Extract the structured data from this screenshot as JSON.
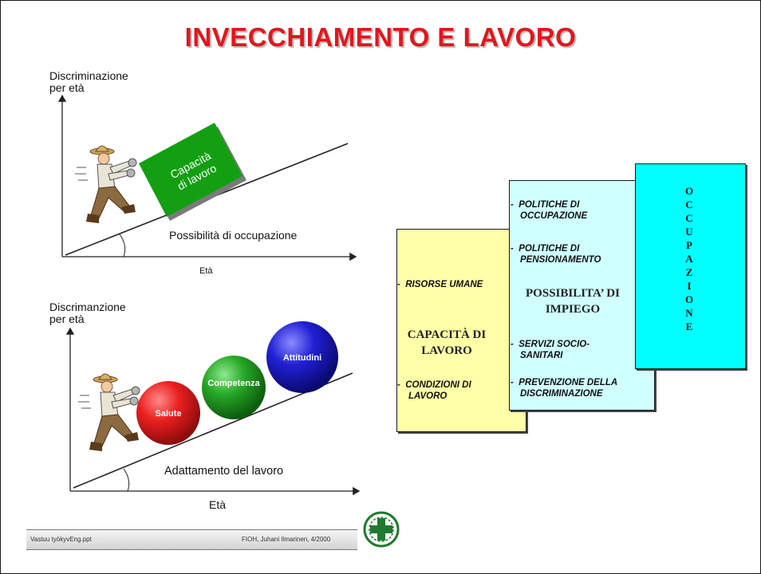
{
  "title": "INVECCHIAMENTO E LAVORO",
  "top_graph": {
    "y_label_1": "Discriminazione",
    "y_label_2": "per età",
    "block_label_1": "Capacità",
    "block_label_2": "di lavoro",
    "slope_label": "Possibilità di occupazione",
    "x_label": "Età"
  },
  "bottom_graph": {
    "y_label_1": "Discrimanzione",
    "y_label_2": "per età",
    "balls": [
      "Salute",
      "Competenza",
      "Attitudini"
    ],
    "slope_label": "Adattamento del lavoro",
    "x_label": "Età"
  },
  "box_yellow": {
    "item_1": "RISORSE UMANE",
    "center_line_1": "CAPACITÀ DI",
    "center_line_2": "LAVORO",
    "item_2_line_1": "CONDIZIONI DI",
    "item_2_line_2": "LAVORO"
  },
  "box_cyan": {
    "item_1_line_1": "POLITICHE DI",
    "item_1_line_2": "OCCUPAZIONE",
    "item_2_line_1": "POLITICHE DI",
    "item_2_line_2": "PENSIONAMENTO",
    "center_line_1": "POSSIBILITA’ DI",
    "center_line_2": "IMPIEGO",
    "item_3_line_1": "SERVIZI SOCIO-",
    "item_3_line_2": "SANITARI",
    "item_4_line_1": "PREVENZIONE DELLA",
    "item_4_line_2": "DISCRIMINAZIONE"
  },
  "box_turquoise": {
    "letters": [
      "O",
      "C",
      "C",
      "U",
      "P",
      "A",
      "Z",
      "I",
      "O",
      "N",
      "E"
    ]
  },
  "footer": {
    "left_text": "Vastuu työkyvEng.ppt",
    "right_text": "FIOH, Juhani Ilmarinen, 4/2000"
  },
  "colors": {
    "title": "#e1171d",
    "capacity_block": "#12a012",
    "ball_salute": "#e51a1a",
    "ball_competenza": "#22a522",
    "ball_attitudini": "#1a1acd",
    "box_yellow": "#ffffa8",
    "box_cyan": "#cfffff",
    "box_turquoise": "#00ffff"
  }
}
